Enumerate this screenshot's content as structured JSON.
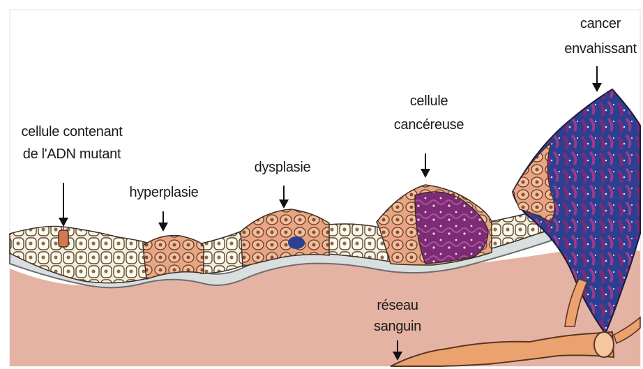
{
  "labels": {
    "dna_mutant_line1": "cellule contenant",
    "dna_mutant_line2": "de l'ADN mutant",
    "hyperplasia": "hyperplasie",
    "dysplasia": "dysplasie",
    "cancer_cell_line1": "cellule",
    "cancer_cell_line2": "cancéreuse",
    "invasive_line1": "cancer",
    "invasive_line2": "envahissant",
    "blood_network_line1": "réseau",
    "blood_network_line2": "sanguin"
  },
  "colors": {
    "background": "#ffffff",
    "stroma": "#e5b3a3",
    "basement_membrane": "#d9dede",
    "normal_cell": "#f7efd9",
    "hyperplastic_cell": "#e7a583",
    "cancer_purple": "#7c2c74",
    "invasive_blue": "#2b3f93",
    "vessel": "#eba26f"
  }
}
